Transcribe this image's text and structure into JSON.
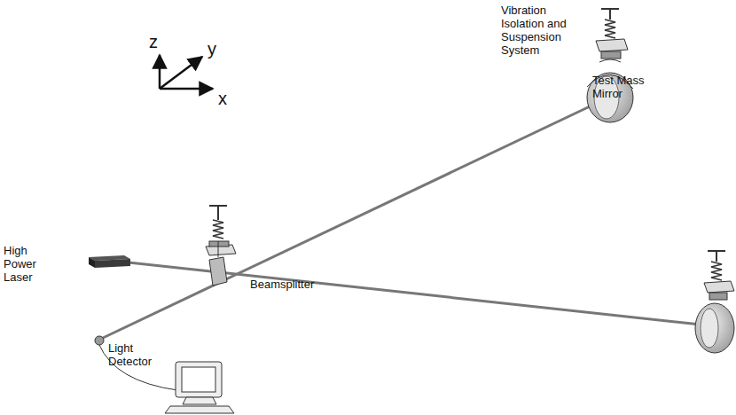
{
  "diagram": {
    "labels": [
      "Vibration Isolation and Suspension System",
      "Test Mass Mirror",
      "High Power Laser",
      "Beamsplitter",
      "Light Detector",
      "z",
      "y",
      "x"
    ]
  }
}
